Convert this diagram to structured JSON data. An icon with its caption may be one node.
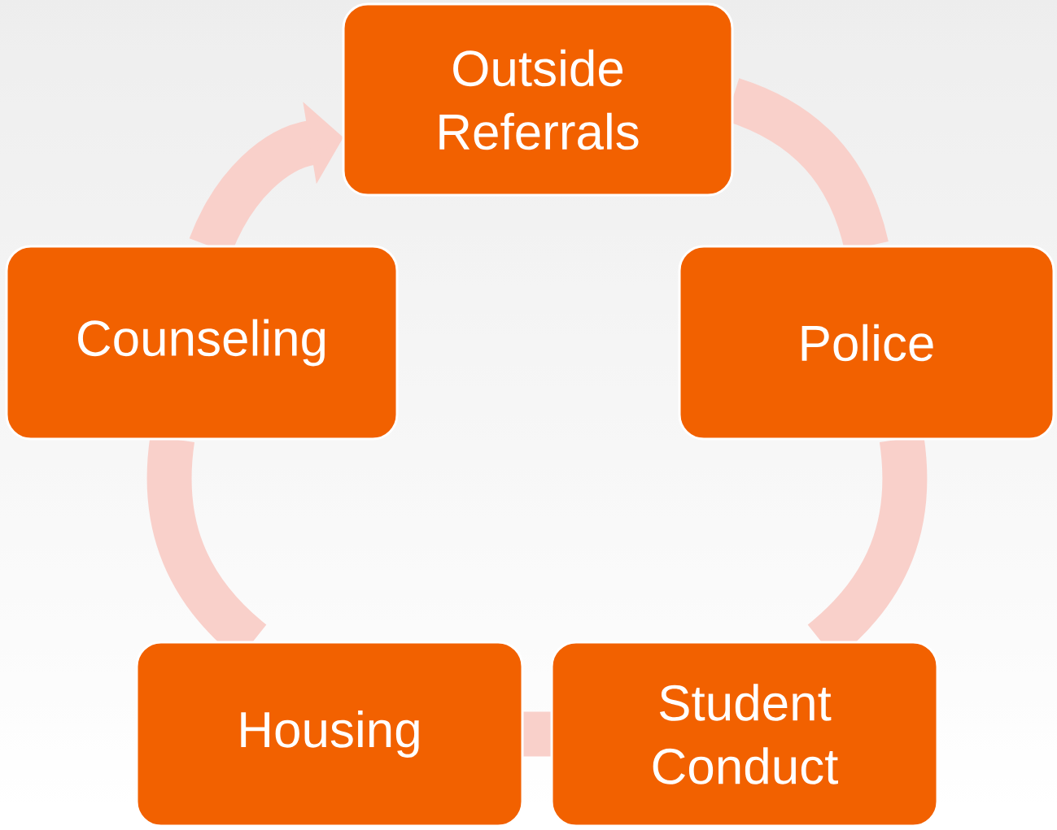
{
  "diagram": {
    "nodes": [
      {
        "text": [
          "Outside Referrals"
        ]
      },
      {
        "text": [
          "Police"
        ]
      },
      {
        "text": [
          "Student Conduct"
        ]
      },
      {
        "text": [
          "Housing"
        ]
      },
      {
        "text": [
          "Counseling"
        ]
      }
    ],
    "edges": [
      {
        "from": 0,
        "to": 1,
        "arrow": "none"
      },
      {
        "from": 1,
        "to": 2,
        "arrow": "none"
      },
      {
        "from": 2,
        "to": 3,
        "arrow": "none"
      },
      {
        "from": 3,
        "to": 4,
        "arrow": "none"
      },
      {
        "from": 4,
        "to": 0,
        "arrow": "to"
      }
    ]
  }
}
